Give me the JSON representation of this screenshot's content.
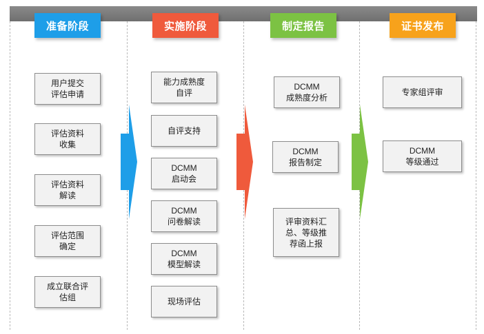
{
  "stages": [
    {
      "label": "准备阶段",
      "color": "#1e9ee8"
    },
    {
      "label": "实施阶段",
      "color": "#ef5a3c"
    },
    {
      "label": "制定报告",
      "color": "#7cc243"
    },
    {
      "label": "证书发布",
      "color": "#f7a21b"
    }
  ],
  "columns": {
    "prep": [
      "用户提交\n评估申请",
      "评估资料\n收集",
      "评估资料\n解读",
      "评估范围\n确定",
      "成立联合评\n估组"
    ],
    "impl": [
      "能力成熟度\n自评",
      "自评支持",
      "DCMM\n启动会",
      "DCMM\n问卷解读",
      "DCMM\n模型解读",
      "现场评估"
    ],
    "report": [
      "DCMM\n成熟度分析",
      "DCMM\n报告制定",
      "评审资料汇\n总、等级推\n荐函上报"
    ],
    "cert": [
      "专家组评审",
      "DCMM\n等级通过"
    ]
  },
  "arrow_colors": [
    "#1e9ee8",
    "#ef5a3c",
    "#7cc243"
  ]
}
